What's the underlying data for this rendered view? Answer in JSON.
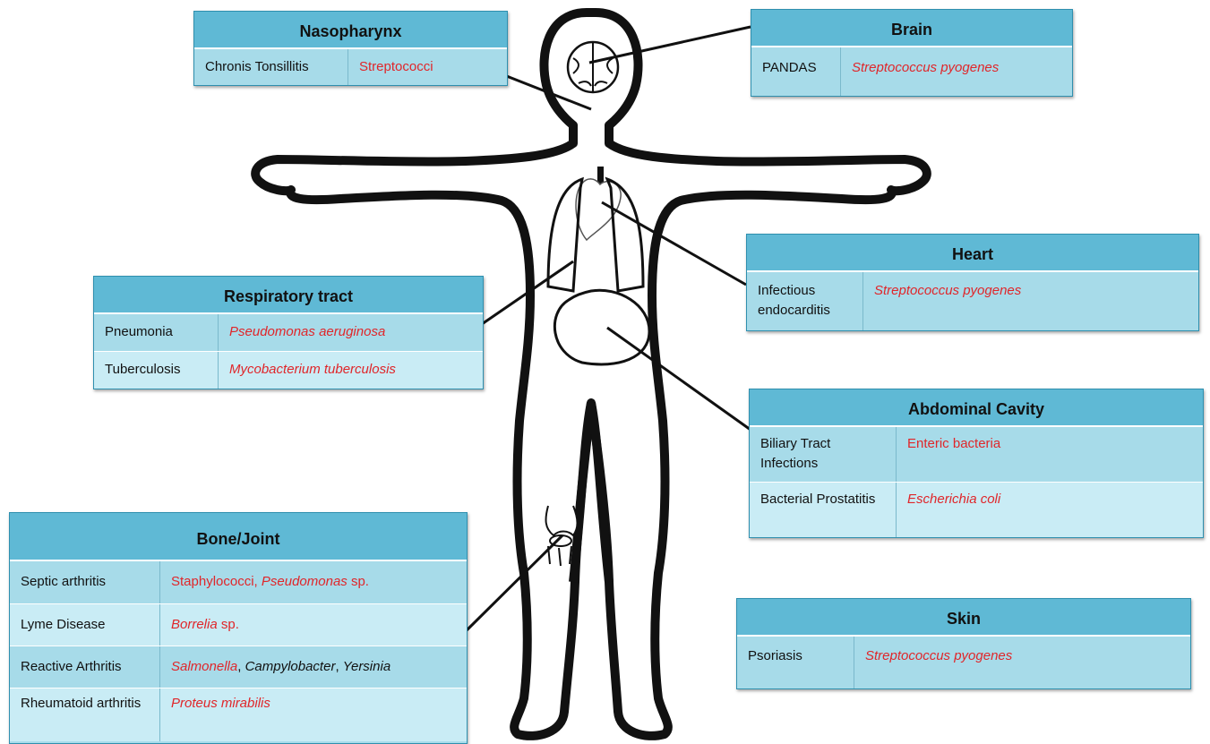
{
  "panels": {
    "nasopharynx": {
      "title": "Nasopharynx",
      "rows": [
        {
          "disease": "Chronis Tonsillitis",
          "pathogen": "Streptococci"
        }
      ]
    },
    "brain": {
      "title": "Brain",
      "rows": [
        {
          "disease": "PANDAS",
          "pathogen": "Streptococcus pyogenes"
        }
      ]
    },
    "heart": {
      "title": "Heart",
      "rows": [
        {
          "disease": "Infectious endocarditis",
          "pathogen": "Streptococcus pyogenes"
        }
      ]
    },
    "respiratory": {
      "title": "Respiratory tract",
      "rows": [
        {
          "disease": "Pneumonia",
          "pathogen": "Pseudomonas aeruginosa"
        },
        {
          "disease": "Tuberculosis",
          "pathogen": "Mycobacterium tuberculosis"
        }
      ]
    },
    "abdominal": {
      "title": "Abdominal Cavity",
      "rows": [
        {
          "disease": "Biliary Tract Infections",
          "pathogen": "Enteric bacteria"
        },
        {
          "disease": "Bacterial Prostatitis",
          "pathogen": "Escherichia coli"
        }
      ]
    },
    "bone": {
      "title": "Bone/Joint",
      "rows": [
        {
          "disease": "Septic arthritis",
          "pathogen_parts": [
            "Staphylococci, ",
            "Pseudomonas",
            " sp."
          ]
        },
        {
          "disease": "Lyme Disease",
          "pathogen_parts": [
            "Borrelia",
            " sp."
          ]
        },
        {
          "disease": "Reactive Arthritis",
          "pathogen_parts": [
            "Salmonella",
            ", ",
            "Campylobacter",
            ", ",
            "Yersinia"
          ]
        },
        {
          "disease": "Rheumatoid arthritis",
          "pathogen_parts": [
            "Proteus mirabilis"
          ]
        }
      ]
    },
    "skin": {
      "title": "Skin",
      "rows": [
        {
          "disease": "Psoriasis",
          "pathogen": "Streptococcus pyogenes"
        }
      ]
    }
  },
  "colors": {
    "header": "#5fb9d5",
    "row_dark": "#a7dbe9",
    "row_light": "#c9ecf5",
    "pathogen_text": "#e0262a",
    "outline": "#111111"
  }
}
